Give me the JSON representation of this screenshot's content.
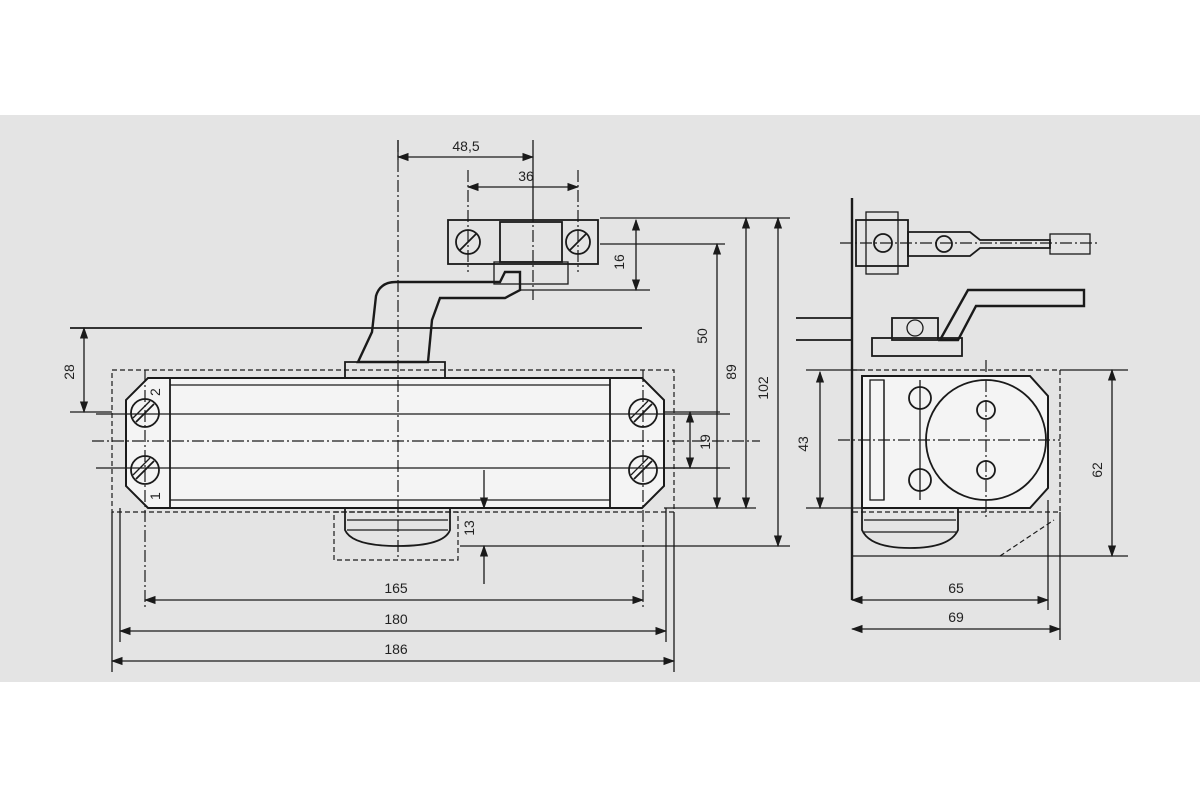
{
  "colors": {
    "panel": "#e4e4e4",
    "background": "#ffffff",
    "ink": "#1a1a1a",
    "body": "#f4f4f4"
  },
  "dimensions": {
    "arm_48_5": "48,5",
    "arm_36": "36",
    "arm_16": "16",
    "height_50": "50",
    "height_89": "89",
    "height_102": "102",
    "height_28": "28",
    "height_19": "19",
    "height_13": "13",
    "width_165": "165",
    "width_180": "180",
    "width_186": "186",
    "side_43": "43",
    "side_62": "62",
    "side_65": "65",
    "side_69": "69"
  },
  "marks": {
    "position_2": "2",
    "position_1": "1"
  }
}
